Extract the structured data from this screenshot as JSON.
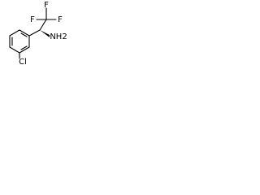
{
  "structure": {
    "atoms": {
      "f_top": "F",
      "f_right": "F",
      "f_left": "F",
      "amine": "NH2",
      "chlorine": "Cl"
    }
  }
}
